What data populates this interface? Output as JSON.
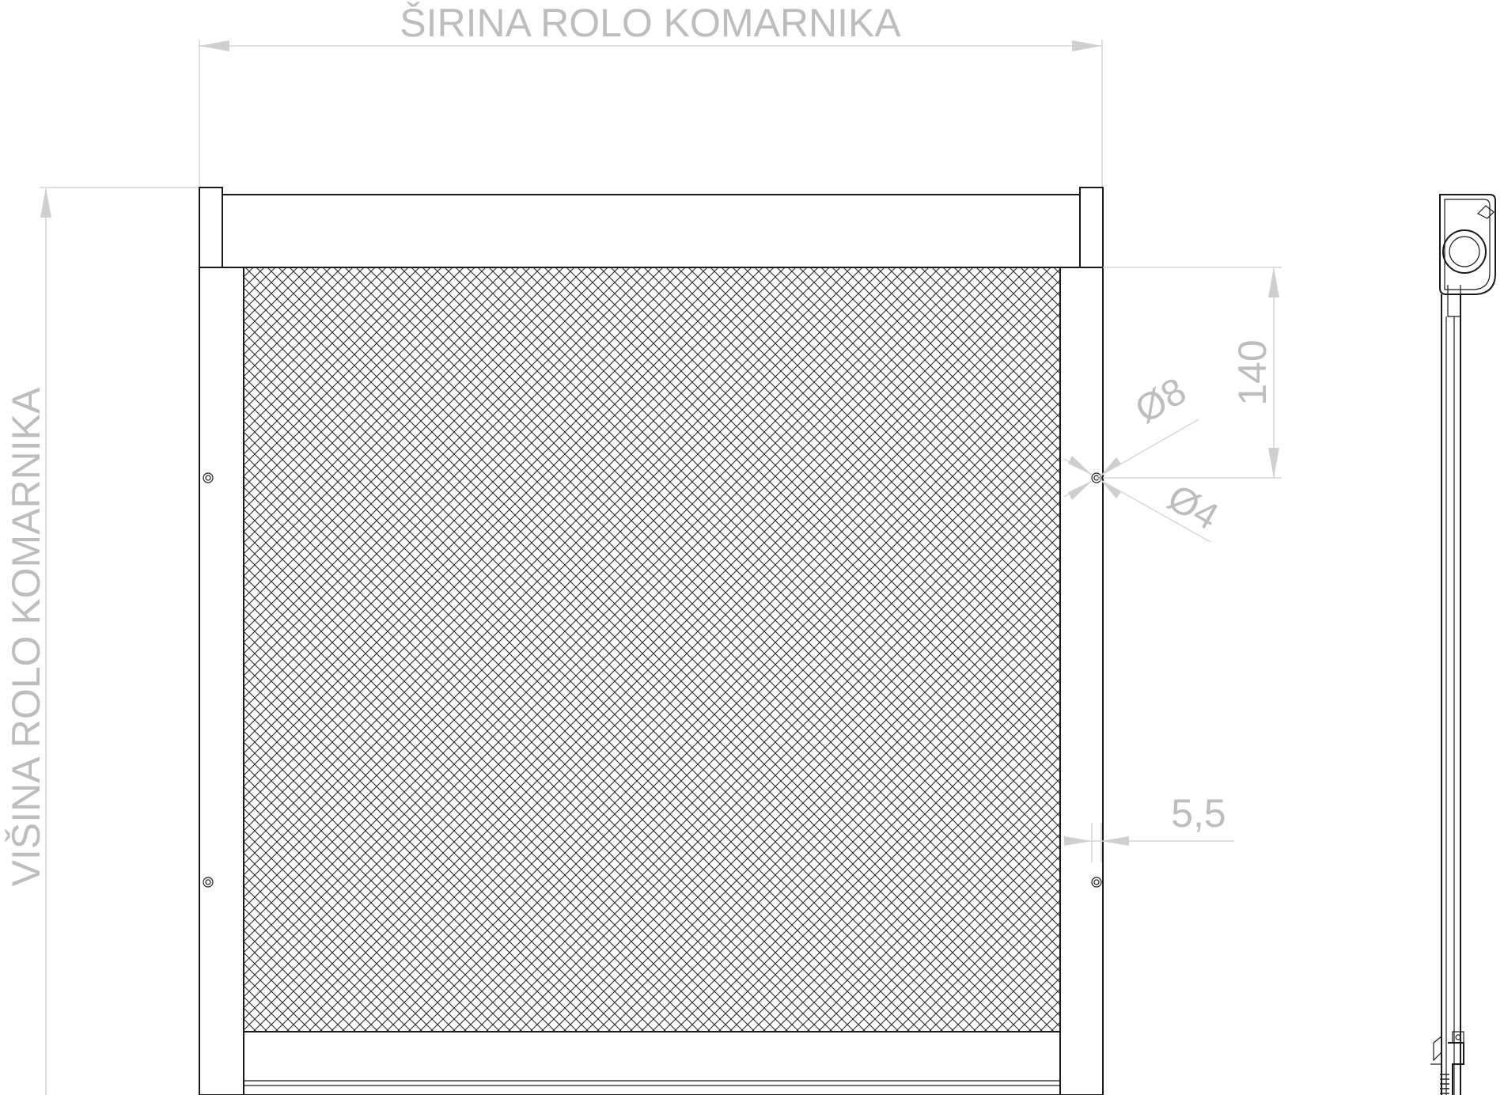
{
  "labels": {
    "width": "ŠIRINA ROLO KOMARNIKA",
    "height": "VIŠINA ROLO KOMARNIKA",
    "dim_140": "140",
    "dim_d8": "Ø8",
    "dim_d4": "Ø4",
    "dim_5_5": "5,5"
  },
  "colors": {
    "dimension": "#bdbdbd",
    "outline": "#1a1a1a"
  }
}
